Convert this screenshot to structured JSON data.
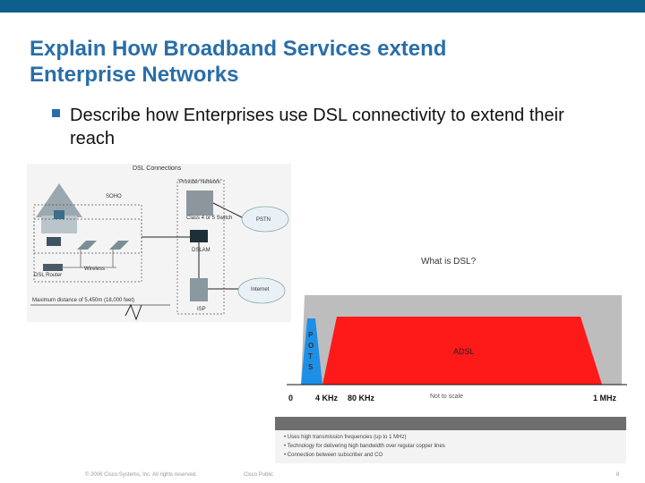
{
  "slide": {
    "title_line1": "Explain How Broadband Services extend",
    "title_line2": "Enterprise Networks",
    "bullet": "Describe how Enterprises use DSL connectivity to extend their reach",
    "accent_color": "#2a6ea8",
    "topbar_color": "#0f5f8c"
  },
  "dsl_diagram": {
    "title": "DSL Connections",
    "soho": "SOHO",
    "provider": "Provider Network",
    "switch": "Class 4 or 5 Switch",
    "pstn": "PSTN",
    "dslam": "DSLAM",
    "isp": "ISP",
    "internet": "Internet",
    "wireless": "Wireless",
    "router": "DSL Router",
    "distance": "Maximum distance of 5,450m (18,000 feet)"
  },
  "spectrum": {
    "title": "What is DSL?",
    "pots": [
      "P",
      "O",
      "T",
      "S"
    ],
    "adsl": "ADSL",
    "ticks": [
      "0",
      "4 KHz",
      "80 KHz",
      "1 MHz"
    ],
    "not_to_scale": "Not to scale",
    "adsl_color": "#ff1a1a",
    "pots_color": "#1e8fe6"
  },
  "info_bullets": [
    "Uses high transmission frequencies (up to 1 MHz)",
    "Technology for delivering high bandwidth over regular copper lines",
    "Connection between subscriber and CO"
  ],
  "footer": {
    "copyright": "© 2006 Cisco Systems, Inc. All rights reserved.",
    "classification": "Cisco Public",
    "page": "8"
  }
}
